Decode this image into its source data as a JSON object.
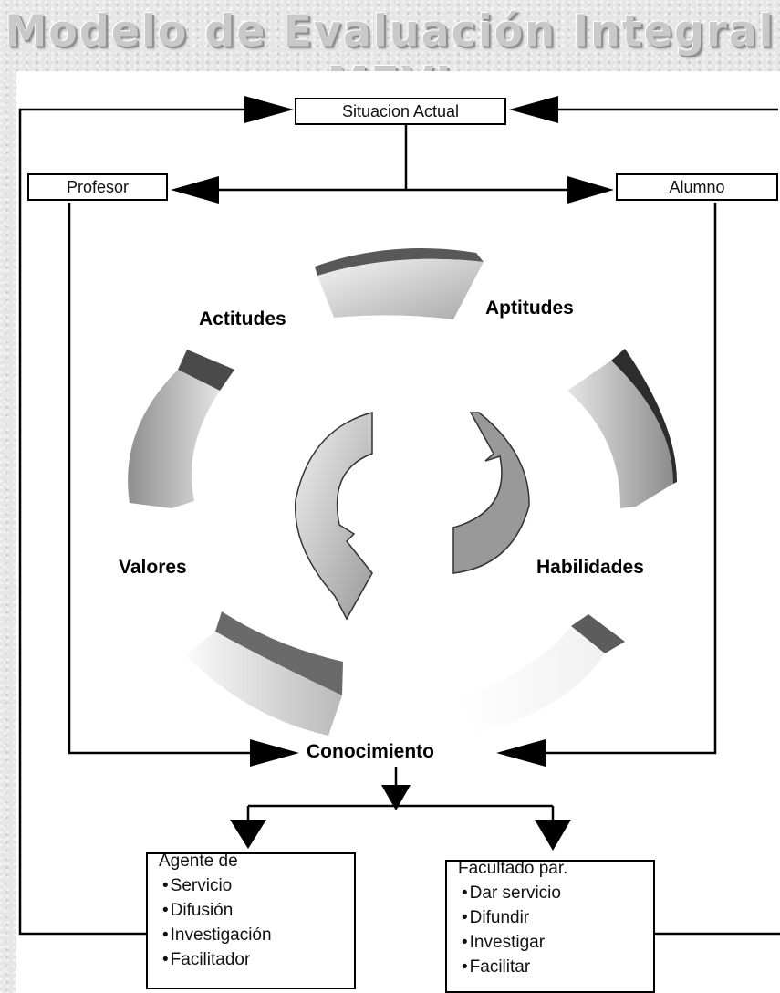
{
  "title": "Modelo de Evaluación Integral MEVI",
  "nodes": {
    "situacion_actual": "Situacion Actual",
    "profesor": "Profesor",
    "alumno": "Alumno",
    "conocimiento": "Conocimiento"
  },
  "cycle_labels": {
    "actitudes": "Actitudes",
    "aptitudes": "Aptitudes",
    "valores": "Valores",
    "habilidades": "Habilidades"
  },
  "boxes": {
    "agente": {
      "heading": "Agente de",
      "items": [
        "Servicio",
        "Difusión",
        "Investigación",
        "Facilitador"
      ]
    },
    "facultado": {
      "heading": "Facultado par.",
      "items": [
        "Dar servicio",
        "Difundir",
        "Investigar",
        "Facilitar"
      ]
    }
  }
}
